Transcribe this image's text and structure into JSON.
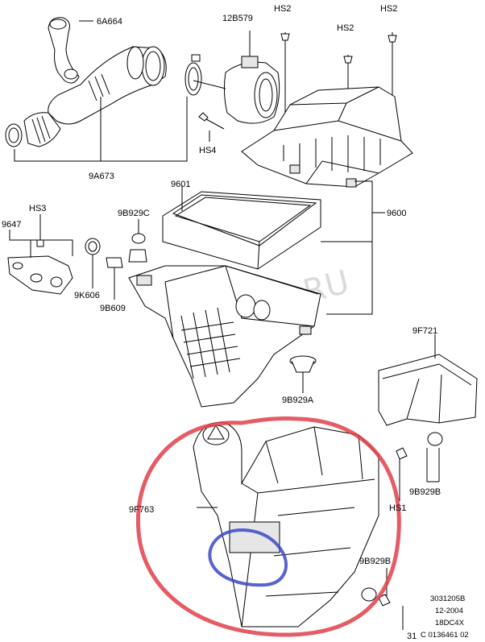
{
  "watermark": "ELCATS.RU",
  "labels": {
    "p6a664": "6A664",
    "p12b579": "12B579",
    "hs2_a": "HS2",
    "hs2_b": "HS2",
    "hs2_c": "HS2",
    "p9a673": "9A673",
    "hs4": "HS4",
    "p9601": "9601",
    "p9600": "9600",
    "hs3": "HS3",
    "p9647": "9647",
    "p9b929c": "9B929C",
    "p9k606": "9K606",
    "p9b609": "9B609",
    "p9f721": "9F721",
    "p9b929a": "9B929A",
    "p9f763": "9F763",
    "p9b929b_a": "9B929B",
    "hs1": "HS1",
    "p9b929b_b": "9B929B",
    "hs1_partial": "31"
  },
  "footer": {
    "line1": "3031205B",
    "line2": "12-2004",
    "line3": "18DC4X",
    "line4": "C 0136461 02"
  },
  "annotations": {
    "red_circle_color": "#e0404a",
    "blue_circle_color": "#3b46c8"
  }
}
